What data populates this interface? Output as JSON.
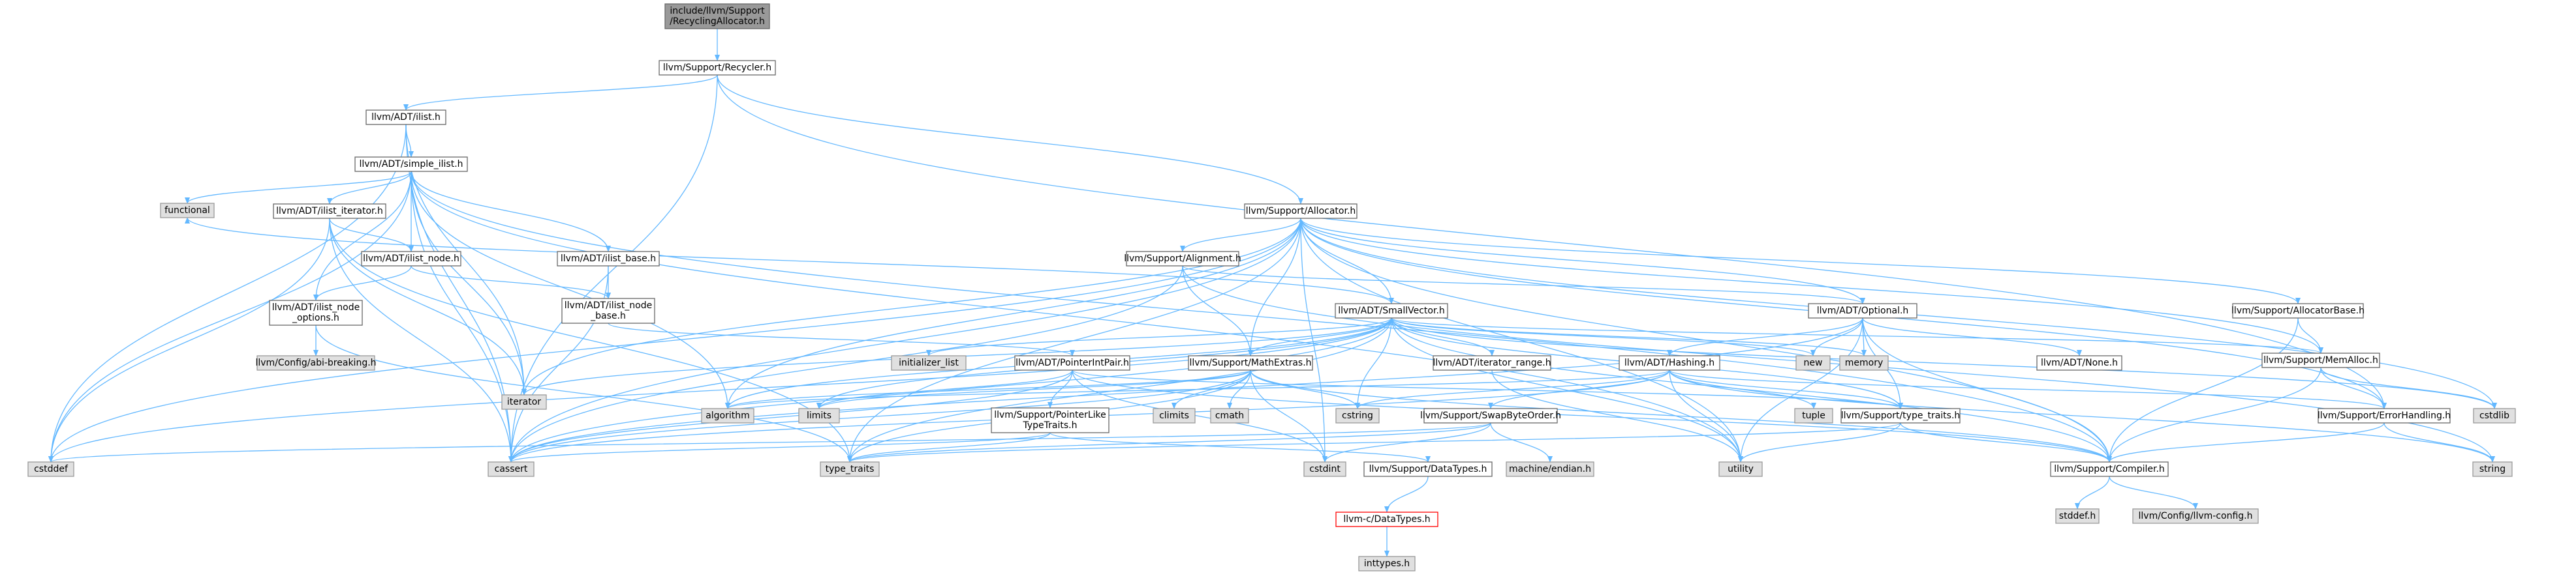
{
  "palette": {
    "edge": "#63b8ff",
    "node_fill": "#ffffff",
    "node_stroke": "#666666",
    "system_fill": "#e0e0e0",
    "system_stroke": "#999999",
    "root_fill": "#999999",
    "root_stroke": "#666666",
    "missing_stroke": "#ff0000",
    "text": "#000000"
  },
  "nodes": {
    "root": {
      "lines": [
        "include/llvm/Support",
        "/RecyclingAllocator.h"
      ],
      "kind": "root"
    },
    "recycler": {
      "lines": [
        "llvm/Support/Recycler.h"
      ],
      "kind": "file"
    },
    "ilist": {
      "lines": [
        "llvm/ADT/ilist.h"
      ],
      "kind": "file"
    },
    "simple_ilist": {
      "lines": [
        "llvm/ADT/simple_ilist.h"
      ],
      "kind": "file"
    },
    "functional": {
      "lines": [
        "functional"
      ],
      "kind": "system"
    },
    "ilist_iterator": {
      "lines": [
        "llvm/ADT/ilist_iterator.h"
      ],
      "kind": "file"
    },
    "ilist_node": {
      "lines": [
        "llvm/ADT/ilist_node.h"
      ],
      "kind": "file"
    },
    "ilist_base": {
      "lines": [
        "llvm/ADT/ilist_base.h"
      ],
      "kind": "file"
    },
    "ilist_node_options": {
      "lines": [
        "llvm/ADT/ilist_node",
        "_options.h"
      ],
      "kind": "file"
    },
    "ilist_node_base": {
      "lines": [
        "llvm/ADT/ilist_node",
        "_base.h"
      ],
      "kind": "file"
    },
    "abi_breaking": {
      "lines": [
        "llvm/Config/abi-breaking.h"
      ],
      "kind": "system"
    },
    "allocator": {
      "lines": [
        "llvm/Support/Allocator.h"
      ],
      "kind": "file"
    },
    "alignment": {
      "lines": [
        "llvm/Support/Alignment.h"
      ],
      "kind": "file"
    },
    "smallvector": {
      "lines": [
        "llvm/ADT/SmallVector.h"
      ],
      "kind": "file"
    },
    "optional": {
      "lines": [
        "llvm/ADT/Optional.h"
      ],
      "kind": "file"
    },
    "allocatorbase": {
      "lines": [
        "llvm/Support/AllocatorBase.h"
      ],
      "kind": "file"
    },
    "memalloc": {
      "lines": [
        "llvm/Support/MemAlloc.h"
      ],
      "kind": "file"
    },
    "initializer_list": {
      "lines": [
        "initializer_list"
      ],
      "kind": "system"
    },
    "pointerintpair": {
      "lines": [
        "llvm/ADT/PointerIntPair.h"
      ],
      "kind": "file"
    },
    "mathextras": {
      "lines": [
        "llvm/Support/MathExtras.h"
      ],
      "kind": "file"
    },
    "iterator_range": {
      "lines": [
        "llvm/ADT/iterator_range.h"
      ],
      "kind": "file"
    },
    "hashing": {
      "lines": [
        "llvm/ADT/Hashing.h"
      ],
      "kind": "file"
    },
    "none": {
      "lines": [
        "llvm/ADT/None.h"
      ],
      "kind": "file"
    },
    "new": {
      "lines": [
        "new"
      ],
      "kind": "system"
    },
    "memory": {
      "lines": [
        "memory"
      ],
      "kind": "system"
    },
    "iterator": {
      "lines": [
        "iterator"
      ],
      "kind": "system"
    },
    "algorithm": {
      "lines": [
        "algorithm"
      ],
      "kind": "system"
    },
    "limits": {
      "lines": [
        "limits"
      ],
      "kind": "system"
    },
    "climits": {
      "lines": [
        "climits"
      ],
      "kind": "system"
    },
    "cmath": {
      "lines": [
        "cmath"
      ],
      "kind": "system"
    },
    "cstring": {
      "lines": [
        "cstring"
      ],
      "kind": "system"
    },
    "pointerliketypetraits": {
      "lines": [
        "llvm/Support/PointerLike",
        "TypeTraits.h"
      ],
      "kind": "file"
    },
    "swapbyteorder": {
      "lines": [
        "llvm/Support/SwapByteOrder.h"
      ],
      "kind": "file"
    },
    "tuple": {
      "lines": [
        "tuple"
      ],
      "kind": "system"
    },
    "type_traits_h": {
      "lines": [
        "llvm/Support/type_traits.h"
      ],
      "kind": "file"
    },
    "errorhandling": {
      "lines": [
        "llvm/Support/ErrorHandling.h"
      ],
      "kind": "file"
    },
    "cstdlib": {
      "lines": [
        "cstdlib"
      ],
      "kind": "system"
    },
    "string": {
      "lines": [
        "string"
      ],
      "kind": "system"
    },
    "cstddef": {
      "lines": [
        "cstddef"
      ],
      "kind": "system"
    },
    "cassert": {
      "lines": [
        "cassert"
      ],
      "kind": "system"
    },
    "type_traits": {
      "lines": [
        "type_traits"
      ],
      "kind": "system"
    },
    "cstdint": {
      "lines": [
        "cstdint"
      ],
      "kind": "system"
    },
    "datatypes": {
      "lines": [
        "llvm/Support/DataTypes.h"
      ],
      "kind": "file"
    },
    "machine_endian": {
      "lines": [
        "machine/endian.h"
      ],
      "kind": "system"
    },
    "utility": {
      "lines": [
        "utility"
      ],
      "kind": "system"
    },
    "compiler": {
      "lines": [
        "llvm/Support/Compiler.h"
      ],
      "kind": "file"
    },
    "c_datatypes": {
      "lines": [
        "llvm-c/DataTypes.h"
      ],
      "kind": "missing"
    },
    "inttypes": {
      "lines": [
        "inttypes.h"
      ],
      "kind": "system"
    },
    "stddef": {
      "lines": [
        "stddef.h"
      ],
      "kind": "system"
    },
    "llvm_config": {
      "lines": [
        "llvm/Config/llvm-config.h"
      ],
      "kind": "system"
    }
  },
  "edges": [
    [
      "root",
      "recycler"
    ],
    [
      "recycler",
      "ilist"
    ],
    [
      "recycler",
      "allocator"
    ],
    [
      "recycler",
      "errorhandling"
    ],
    [
      "recycler",
      "cassert"
    ],
    [
      "ilist",
      "simple_ilist"
    ],
    [
      "ilist",
      "cassert"
    ],
    [
      "ilist",
      "cstddef"
    ],
    [
      "ilist",
      "iterator"
    ],
    [
      "simple_ilist",
      "functional"
    ],
    [
      "simple_ilist",
      "ilist_iterator"
    ],
    [
      "simple_ilist",
      "ilist_node"
    ],
    [
      "simple_ilist",
      "ilist_base"
    ],
    [
      "simple_ilist",
      "ilist_node_options"
    ],
    [
      "simple_ilist",
      "compiler"
    ],
    [
      "simple_ilist",
      "algorithm"
    ],
    [
      "simple_ilist",
      "cassert"
    ],
    [
      "simple_ilist",
      "cstddef"
    ],
    [
      "simple_ilist",
      "iterator"
    ],
    [
      "simple_ilist",
      "utility"
    ],
    [
      "ilist_iterator",
      "ilist_node"
    ],
    [
      "ilist_iterator",
      "cassert"
    ],
    [
      "ilist_iterator",
      "cstddef"
    ],
    [
      "ilist_iterator",
      "iterator"
    ],
    [
      "ilist_iterator",
      "type_traits"
    ],
    [
      "ilist_node",
      "ilist_node_base"
    ],
    [
      "ilist_node",
      "ilist_node_options"
    ],
    [
      "ilist_base",
      "ilist_node_base"
    ],
    [
      "ilist_base",
      "cassert"
    ],
    [
      "ilist_node_options",
      "abi_breaking"
    ],
    [
      "ilist_node_options",
      "type_traits"
    ],
    [
      "ilist_node_base",
      "pointerintpair"
    ],
    [
      "allocator",
      "alignment"
    ],
    [
      "allocator",
      "smallvector"
    ],
    [
      "allocator",
      "optional"
    ],
    [
      "allocator",
      "allocatorbase"
    ],
    [
      "allocator",
      "memalloc"
    ],
    [
      "allocator",
      "mathextras"
    ],
    [
      "allocator",
      "compiler"
    ],
    [
      "allocator",
      "errorhandling"
    ],
    [
      "allocator",
      "algorithm"
    ],
    [
      "allocator",
      "cassert"
    ],
    [
      "allocator",
      "cstddef"
    ],
    [
      "allocator",
      "cstdint"
    ],
    [
      "allocator",
      "cstdlib"
    ],
    [
      "allocator",
      "iterator"
    ],
    [
      "allocator",
      "type_traits"
    ],
    [
      "allocator",
      "utility"
    ],
    [
      "alignment",
      "mathextras"
    ],
    [
      "alignment",
      "optional"
    ],
    [
      "alignment",
      "cassert"
    ],
    [
      "alignment",
      "string"
    ],
    [
      "smallvector",
      "compiler"
    ],
    [
      "smallvector",
      "type_traits_h"
    ],
    [
      "smallvector",
      "iterator_range"
    ],
    [
      "smallvector",
      "mathextras"
    ],
    [
      "smallvector",
      "memalloc"
    ],
    [
      "smallvector",
      "algorithm"
    ],
    [
      "smallvector",
      "cassert"
    ],
    [
      "smallvector",
      "cstddef"
    ],
    [
      "smallvector",
      "cstdlib"
    ],
    [
      "smallvector",
      "cstring"
    ],
    [
      "smallvector",
      "functional"
    ],
    [
      "smallvector",
      "initializer_list"
    ],
    [
      "smallvector",
      "iterator"
    ],
    [
      "smallvector",
      "limits"
    ],
    [
      "smallvector",
      "memory"
    ],
    [
      "smallvector",
      "new"
    ],
    [
      "smallvector",
      "type_traits"
    ],
    [
      "smallvector",
      "utility"
    ],
    [
      "optional",
      "hashing"
    ],
    [
      "optional",
      "none"
    ],
    [
      "optional",
      "compiler"
    ],
    [
      "optional",
      "type_traits_h"
    ],
    [
      "optional",
      "cassert"
    ],
    [
      "optional",
      "memory"
    ],
    [
      "optional",
      "new"
    ],
    [
      "optional",
      "utility"
    ],
    [
      "allocatorbase",
      "compiler"
    ],
    [
      "allocatorbase",
      "memalloc"
    ],
    [
      "memalloc",
      "compiler"
    ],
    [
      "memalloc",
      "errorhandling"
    ],
    [
      "memalloc",
      "cstdlib"
    ],
    [
      "pointerintpair",
      "compiler"
    ],
    [
      "pointerintpair",
      "pointerliketypetraits"
    ],
    [
      "pointerintpair",
      "type_traits_h"
    ],
    [
      "pointerintpair",
      "cassert"
    ],
    [
      "pointerintpair",
      "cstdint"
    ],
    [
      "pointerintpair",
      "limits"
    ],
    [
      "mathextras",
      "compiler"
    ],
    [
      "mathextras",
      "algorithm"
    ],
    [
      "mathextras",
      "cassert"
    ],
    [
      "mathextras",
      "climits"
    ],
    [
      "mathextras",
      "cmath"
    ],
    [
      "mathextras",
      "cstdint"
    ],
    [
      "mathextras",
      "cstring"
    ],
    [
      "mathextras",
      "limits"
    ],
    [
      "mathextras",
      "type_traits"
    ],
    [
      "iterator_range",
      "utility"
    ],
    [
      "hashing",
      "errorhandling"
    ],
    [
      "hashing",
      "swapbyteorder"
    ],
    [
      "hashing",
      "type_traits_h"
    ],
    [
      "hashing",
      "algorithm"
    ],
    [
      "hashing",
      "cassert"
    ],
    [
      "hashing",
      "cstring"
    ],
    [
      "hashing",
      "string"
    ],
    [
      "hashing",
      "tuple"
    ],
    [
      "hashing",
      "utility"
    ],
    [
      "pointerliketypetraits",
      "datatypes"
    ],
    [
      "pointerliketypetraits",
      "cassert"
    ],
    [
      "pointerliketypetraits",
      "type_traits"
    ],
    [
      "swapbyteorder",
      "cstddef"
    ],
    [
      "swapbyteorder",
      "cstdint"
    ],
    [
      "swapbyteorder",
      "type_traits"
    ],
    [
      "swapbyteorder",
      "machine_endian"
    ],
    [
      "type_traits_h",
      "compiler"
    ],
    [
      "type_traits_h",
      "type_traits"
    ],
    [
      "type_traits_h",
      "utility"
    ],
    [
      "errorhandling",
      "compiler"
    ],
    [
      "errorhandling",
      "string"
    ],
    [
      "datatypes",
      "c_datatypes"
    ],
    [
      "c_datatypes",
      "inttypes"
    ],
    [
      "compiler",
      "stddef"
    ],
    [
      "compiler",
      "llvm_config"
    ]
  ]
}
